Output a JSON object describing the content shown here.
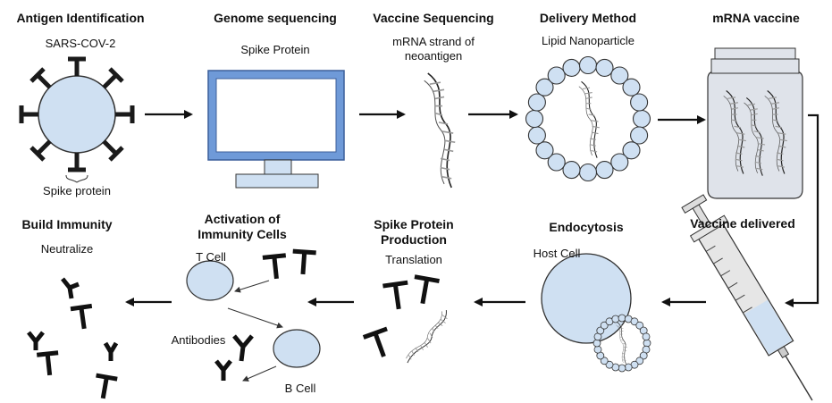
{
  "colors": {
    "cell_fill": "#cfe0f2",
    "cell_stroke": "#3a3a3a",
    "monitor_frame": "#6f9ad8",
    "monitor_frame_stroke": "#3c5f9a",
    "monitor_screen": "#ffffff",
    "stand_fill": "#cfe0f2",
    "arrow": "#111111",
    "antibody": "#1a1a1a"
  },
  "top": {
    "antigen": {
      "title": "Antigen Identification",
      "sub": "SARS-COV-2",
      "caption": "Spike protein"
    },
    "genome": {
      "title": "Genome sequencing",
      "sub": "Spike Protein"
    },
    "vaccine_seq": {
      "title": "Vaccine Sequencing",
      "sub1": "mRNA strand of",
      "sub2": "neoantigen"
    },
    "delivery": {
      "title": "Delivery Method",
      "sub": "Lipid Nanoparticle"
    },
    "mrna": {
      "title": "mRNA vaccine"
    }
  },
  "bottom": {
    "immunity": {
      "title": "Build Immunity",
      "sub": "Neutralize"
    },
    "activation": {
      "title": "Activation of Immunity Cells",
      "tcell": "T Cell",
      "bcell": "B Cell",
      "antibodies": "Antibodies"
    },
    "spike_prod": {
      "title": "Spike Protein Production",
      "sub": "Translation"
    },
    "endocytosis": {
      "title": "Endocytosis",
      "sub": "Host Cell"
    },
    "delivered": {
      "title": "Vaccine delivered"
    }
  }
}
